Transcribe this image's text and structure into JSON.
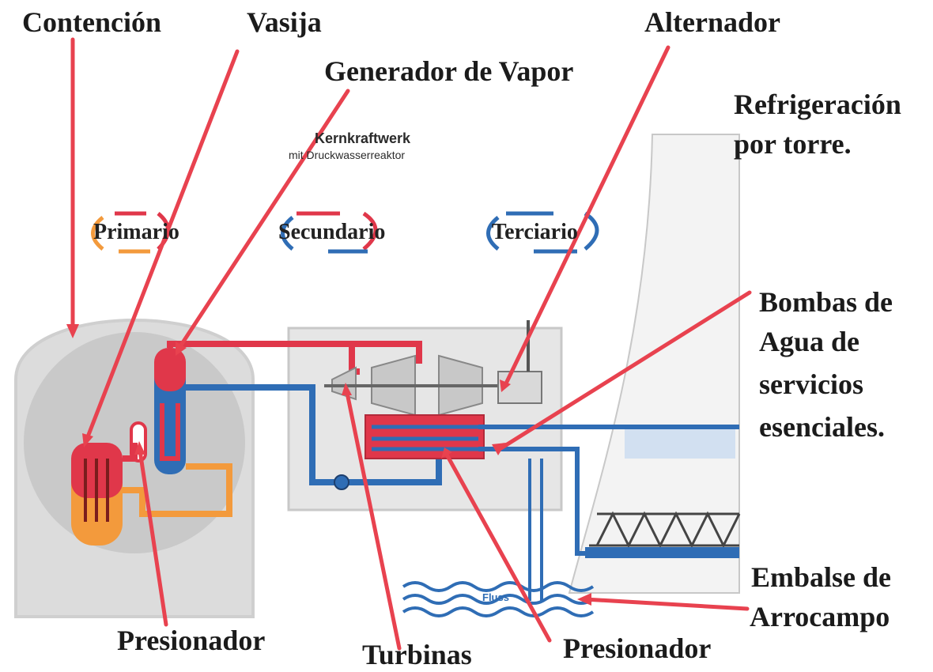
{
  "labels": {
    "contencion": "Contención",
    "vasija": "Vasija",
    "generador": "Generador de Vapor",
    "alternador": "Alternador",
    "refrigeracion_1": "Refrigeración",
    "refrigeracion_2": "por torre.",
    "bombas_1": "Bombas de",
    "bombas_2": "Agua de",
    "bombas_3": "servicios",
    "bombas_4": "esenciales.",
    "embalse_1": "Embalse de",
    "embalse_2": "Arrocampo",
    "presionador_left": "Presionador",
    "turbinas": "Turbinas",
    "presionador_right": "Presionador"
  },
  "diagram": {
    "title_1": "Kernkraftwerk",
    "title_2": "mit Druckwasserreaktor",
    "circuit_primario": "Primario",
    "circuit_secundario": "Secundario",
    "circuit_terciario": "Terciario",
    "fluss": "Fluss"
  },
  "colors": {
    "arrow": "#e8424f",
    "hot": "#e0374a",
    "cold": "#2f6db5",
    "orange": "#f39a3c",
    "building": "#d6d6d6",
    "tower": "#f2f2f2"
  }
}
